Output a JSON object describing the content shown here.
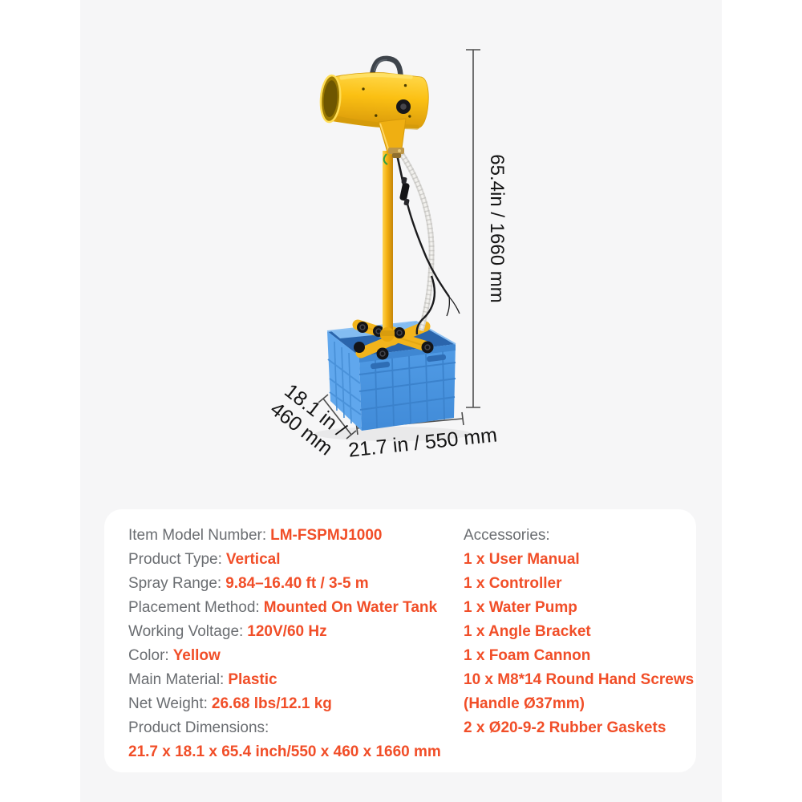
{
  "page": {
    "background": "#ffffff",
    "stage_background": "#f6f6f7"
  },
  "colors": {
    "accent_orange": "#f14e28",
    "label_gray": "#6a6d71",
    "dimension_line": "#4e4e4e",
    "dimension_text": "#151515",
    "crate_blue": "#4c98e3",
    "machine_yellow": "#f5b90d"
  },
  "dimensions": {
    "height": "65.4in / 1660 mm",
    "width": "21.7 in / 550 mm",
    "depth_line1": "18.1 in /",
    "depth_line2": "460 mm"
  },
  "specs": {
    "left": [
      {
        "label": "Item Model Number:",
        "value": "LM-FSPMJ1000"
      },
      {
        "label": "Product Type:",
        "value": "Vertical"
      },
      {
        "label": "Spray Range:",
        "value": "9.84–16.40 ft / 3-5 m"
      },
      {
        "label": "Placement Method:",
        "value": "Mounted On Water Tank"
      },
      {
        "label": "Working Voltage:",
        "value": "120V/60 Hz"
      },
      {
        "label": "Color:",
        "value": "Yellow"
      },
      {
        "label": "Main Material:",
        "value": "Plastic"
      },
      {
        "label": "Net Weight:",
        "value": "26.68 lbs/12.1 kg"
      },
      {
        "label": "Product Dimensions:",
        "value": ""
      },
      {
        "label": "",
        "value": "21.7 x 18.1 x 65.4 inch/550 x 460 x 1660 mm"
      }
    ],
    "right": [
      {
        "label": "Accessories:",
        "value": ""
      },
      {
        "label": "",
        "value": "1 x User Manual"
      },
      {
        "label": "",
        "value": "1 x Controller"
      },
      {
        "label": "",
        "value": "1 x Water Pump"
      },
      {
        "label": "",
        "value": "1 x Angle Bracket"
      },
      {
        "label": "",
        "value": "1 x Foam Cannon"
      },
      {
        "label": "",
        "value": "10 x M8*14 Round Hand Screws"
      },
      {
        "label": "",
        "value": "(Handle Ø37mm)"
      },
      {
        "label": "",
        "value": "2 x Ø20-9-2 Rubber Gaskets"
      }
    ]
  }
}
